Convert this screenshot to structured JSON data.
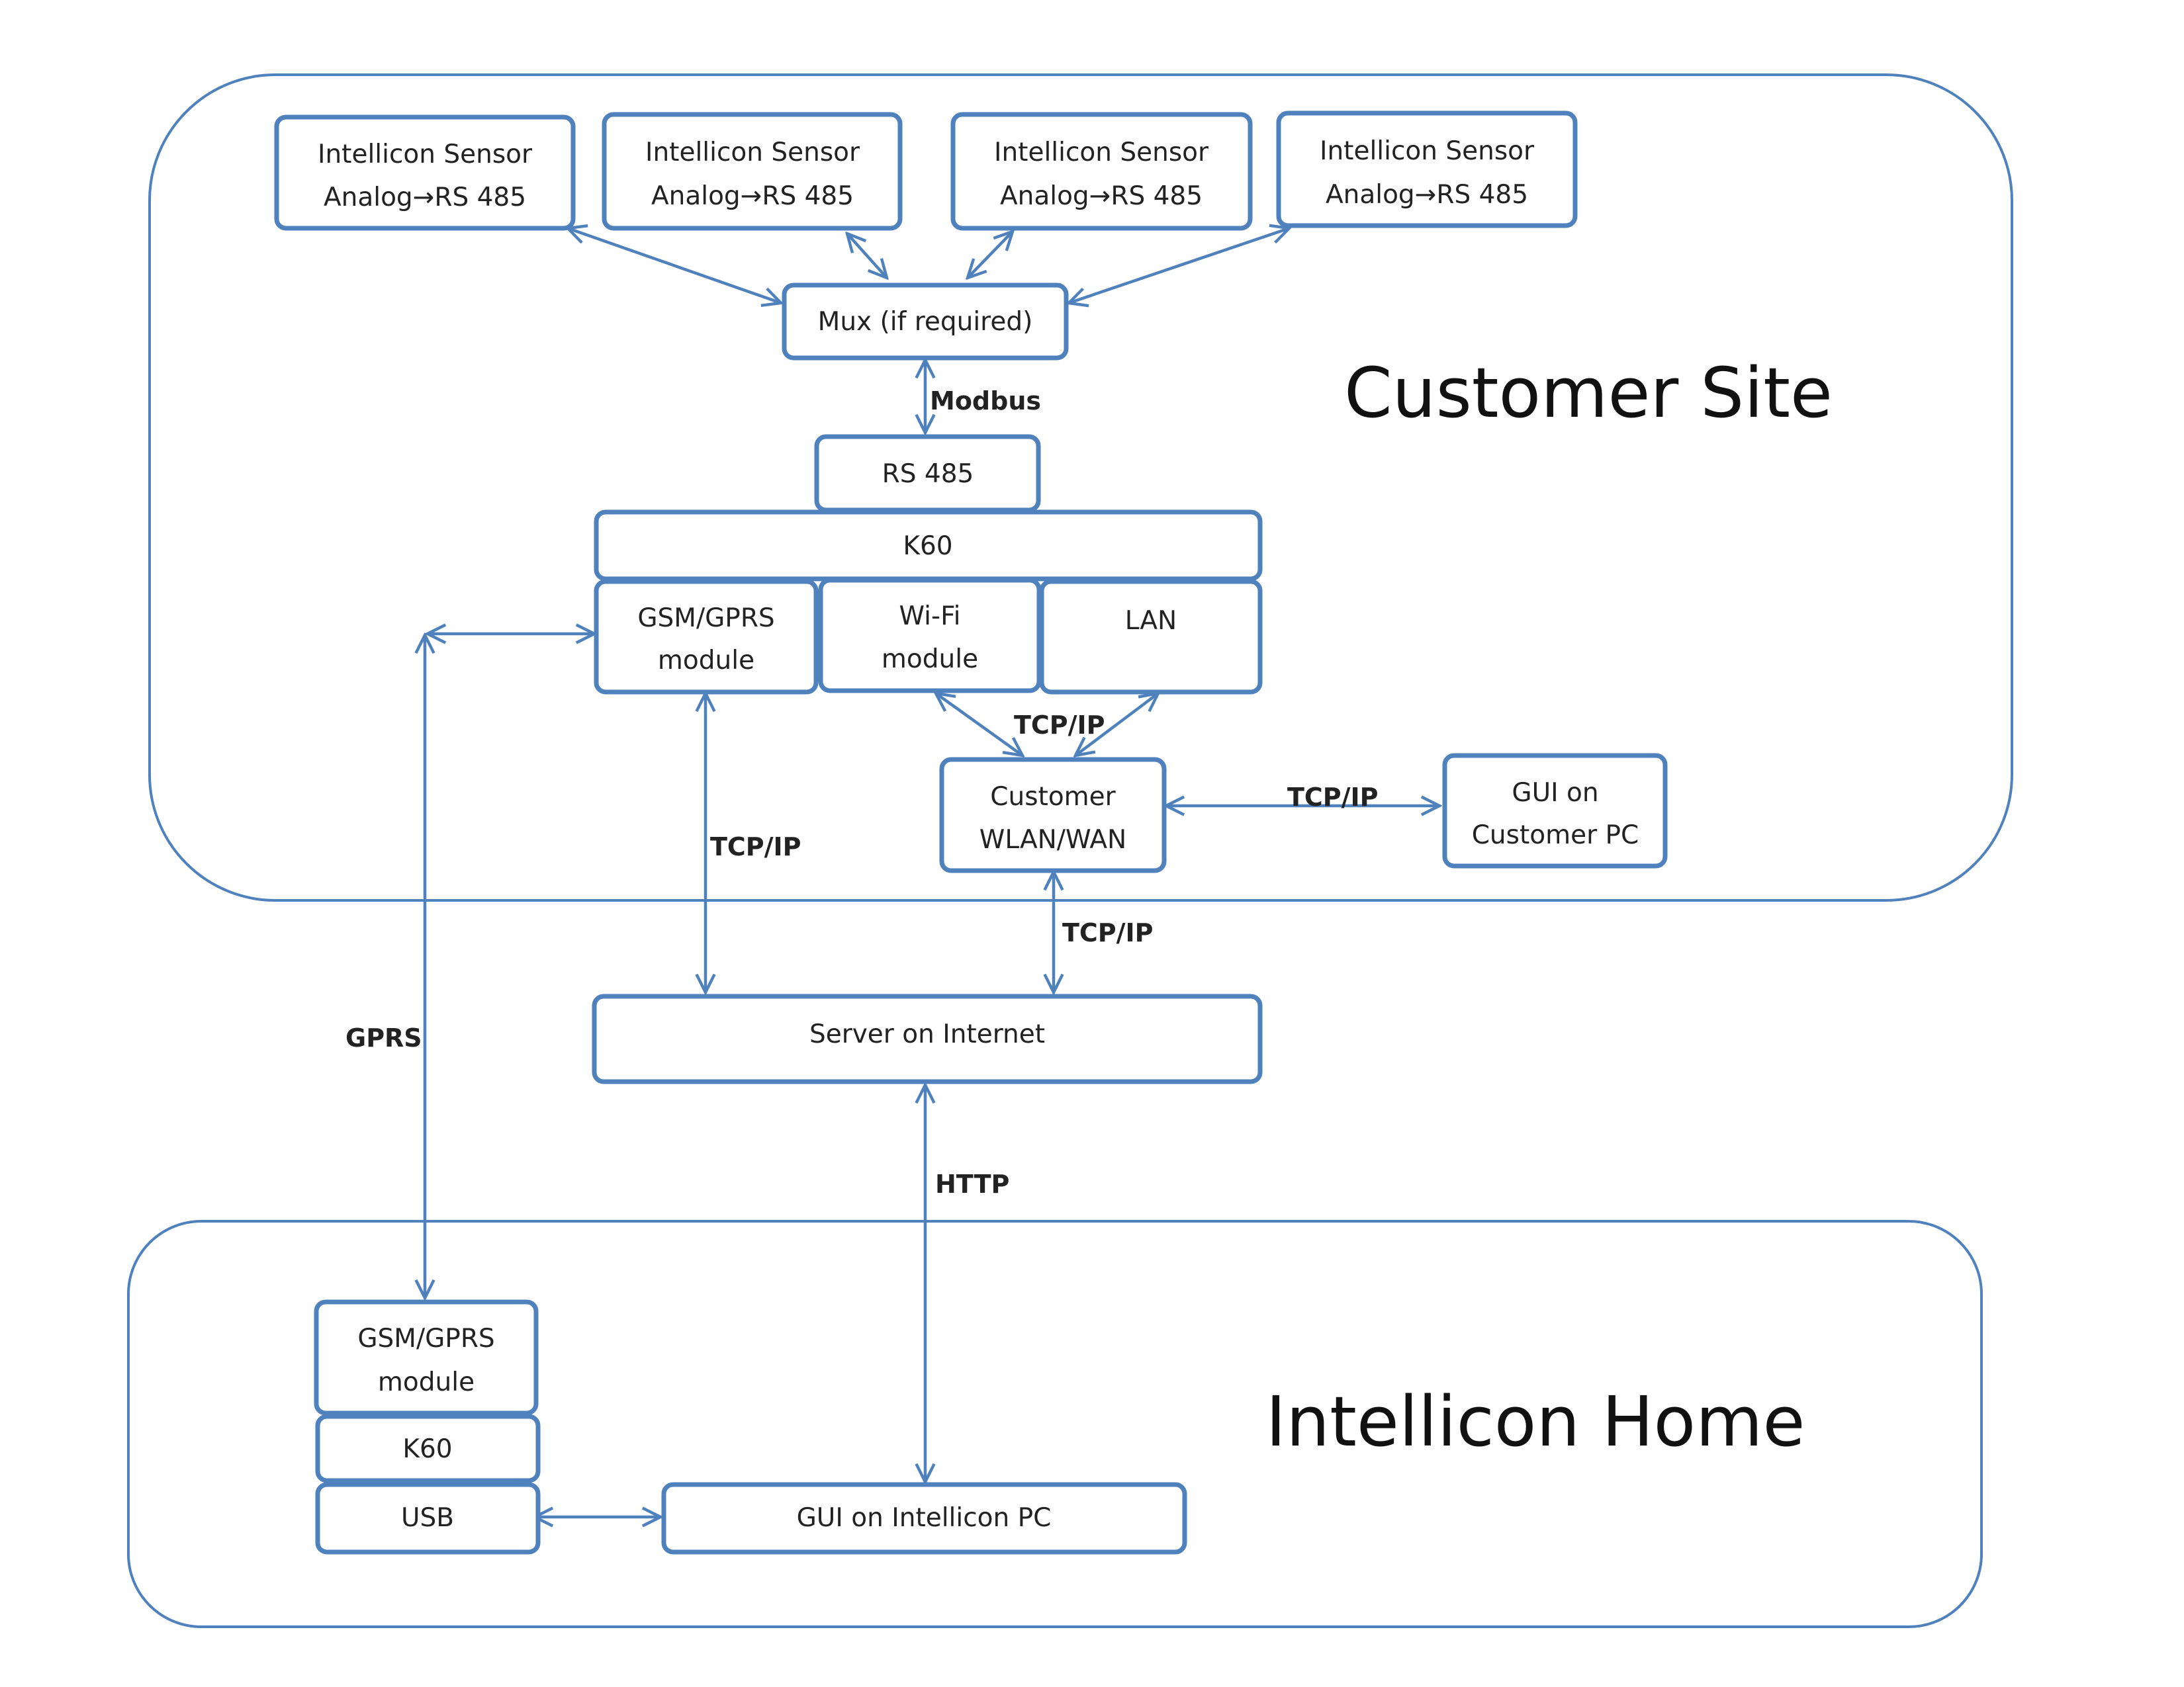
{
  "regions": {
    "customer_site": "Customer Site",
    "intellicon_home": "Intellicon Home"
  },
  "nodes": {
    "sensor_1": [
      "Intellicon Sensor",
      "Analog→RS 485"
    ],
    "sensor_2": [
      "Intellicon Sensor",
      "Analog→RS 485"
    ],
    "sensor_3": [
      "Intellicon Sensor",
      "Analog→RS 485"
    ],
    "sensor_4": [
      "Intellicon Sensor",
      "Analog→RS 485"
    ],
    "mux": [
      "Mux (if required)"
    ],
    "rs485": [
      "RS 485"
    ],
    "k60_site": [
      "K60"
    ],
    "gsm_site": [
      "GSM/GPRS",
      "module"
    ],
    "wifi": [
      "Wi-Fi",
      "module"
    ],
    "lan": [
      "LAN"
    ],
    "customer_wlan": [
      "Customer",
      "WLAN/WAN"
    ],
    "gui_customer": [
      "GUI on",
      "Customer PC"
    ],
    "server": [
      "Server on Internet"
    ],
    "gsm_home": [
      "GSM/GPRS",
      "module"
    ],
    "k60_home": [
      "K60"
    ],
    "usb": [
      "USB"
    ],
    "gui_intellicon": [
      "GUI on Intellicon PC"
    ]
  },
  "edge_labels": {
    "modbus": "Modbus",
    "tcpip_wifi_lan": "TCP/IP",
    "tcpip_wlan_gui": "TCP/IP",
    "tcpip_gsm_server": "TCP/IP",
    "tcpip_wlan_server": "TCP/IP",
    "gprs": "GPRS",
    "http": "HTTP"
  },
  "colors": {
    "line": "#4f81bd",
    "text": "#222222"
  }
}
